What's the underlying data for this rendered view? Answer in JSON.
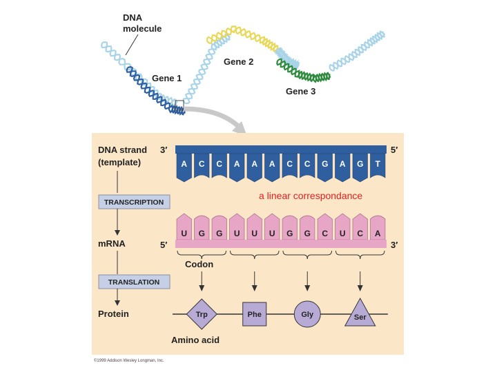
{
  "top": {
    "dna_label": [
      "DNA",
      "molecule"
    ],
    "genes": [
      "Gene 1",
      "Gene 2",
      "Gene 3"
    ]
  },
  "panel": {
    "dna_strand_label": [
      "DNA strand",
      "(template)"
    ],
    "transcription_label": "TRANSCRIPTION",
    "mrna_label": "mRNA",
    "translation_label": "TRANSLATION",
    "protein_label": "Protein",
    "dna_end_left": "3′",
    "dna_end_right": "5′",
    "mrna_end_left": "5′",
    "mrna_end_right": "3′",
    "dna_bases": [
      "A",
      "C",
      "C",
      "A",
      "A",
      "A",
      "C",
      "C",
      "G",
      "A",
      "G",
      "T"
    ],
    "mrna_bases": [
      "U",
      "G",
      "G",
      "U",
      "U",
      "U",
      "G",
      "G",
      "C",
      "U",
      "C",
      "A"
    ],
    "note": "a linear correspondance",
    "codon_label": "Codon",
    "amino_acids": [
      {
        "name": "Trp",
        "shape": "diamond"
      },
      {
        "name": "Phe",
        "shape": "square"
      },
      {
        "name": "Gly",
        "shape": "circle"
      },
      {
        "name": "Ser",
        "shape": "triangle"
      }
    ],
    "amino_acid_label": "Amino acid",
    "copyright": "©1999 Addison Wesley Longman, Inc."
  },
  "colors": {
    "panel_bg": "#fbe7c8",
    "dna_blue": "#2f5f9e",
    "dna_light": "#a9d4e8",
    "gene2_yellow": "#e8d85a",
    "gene3_green": "#2e8b3e",
    "mrna_pink": "#e7a6c6",
    "amino_purple": "#b7abd6",
    "process_box": "#c5cfe6",
    "note_red": "#e02020"
  }
}
